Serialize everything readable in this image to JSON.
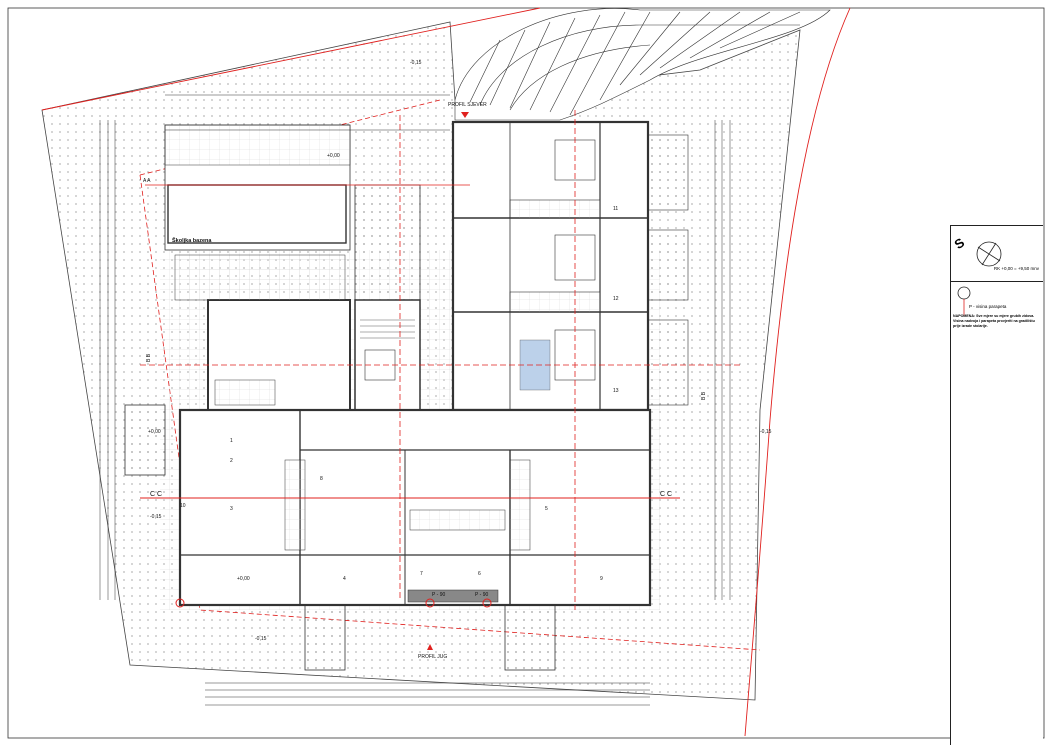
{
  "drawing": {
    "pool_label": "Školjka bazena",
    "section_labels": {
      "a_left": "A A",
      "b_left": "B B",
      "b_right": "B B",
      "c_left": "C C",
      "c_right": "C C"
    },
    "profile_north": "PROFIL SJEVER",
    "profile_south": "PROFIL JUG",
    "parapet_marks": [
      "P - 90",
      "P - 90"
    ],
    "levels": [
      "+0,00",
      "-0,15",
      "-0,15",
      "-0,15",
      "-0,15",
      "+0,00",
      "+0,00"
    ],
    "room_numbers": [
      "1",
      "2",
      "3",
      "4",
      "5",
      "6",
      "7",
      "8",
      "9",
      "10",
      "11",
      "12",
      "13"
    ]
  },
  "legend": {
    "north_letter": "S",
    "level_note": "RK +0,00 = +9,50 mnv",
    "parapet_label": "P - visina parapeta",
    "note": "NAPOMENA: Sve mjere su mjere grubih zidova. Visina nadvoja i parapeta provjeriti na gradilištu prije izrade stolarije."
  },
  "colors": {
    "line": "#222222",
    "section_red": "#e0201e",
    "hatch": "#999999"
  }
}
